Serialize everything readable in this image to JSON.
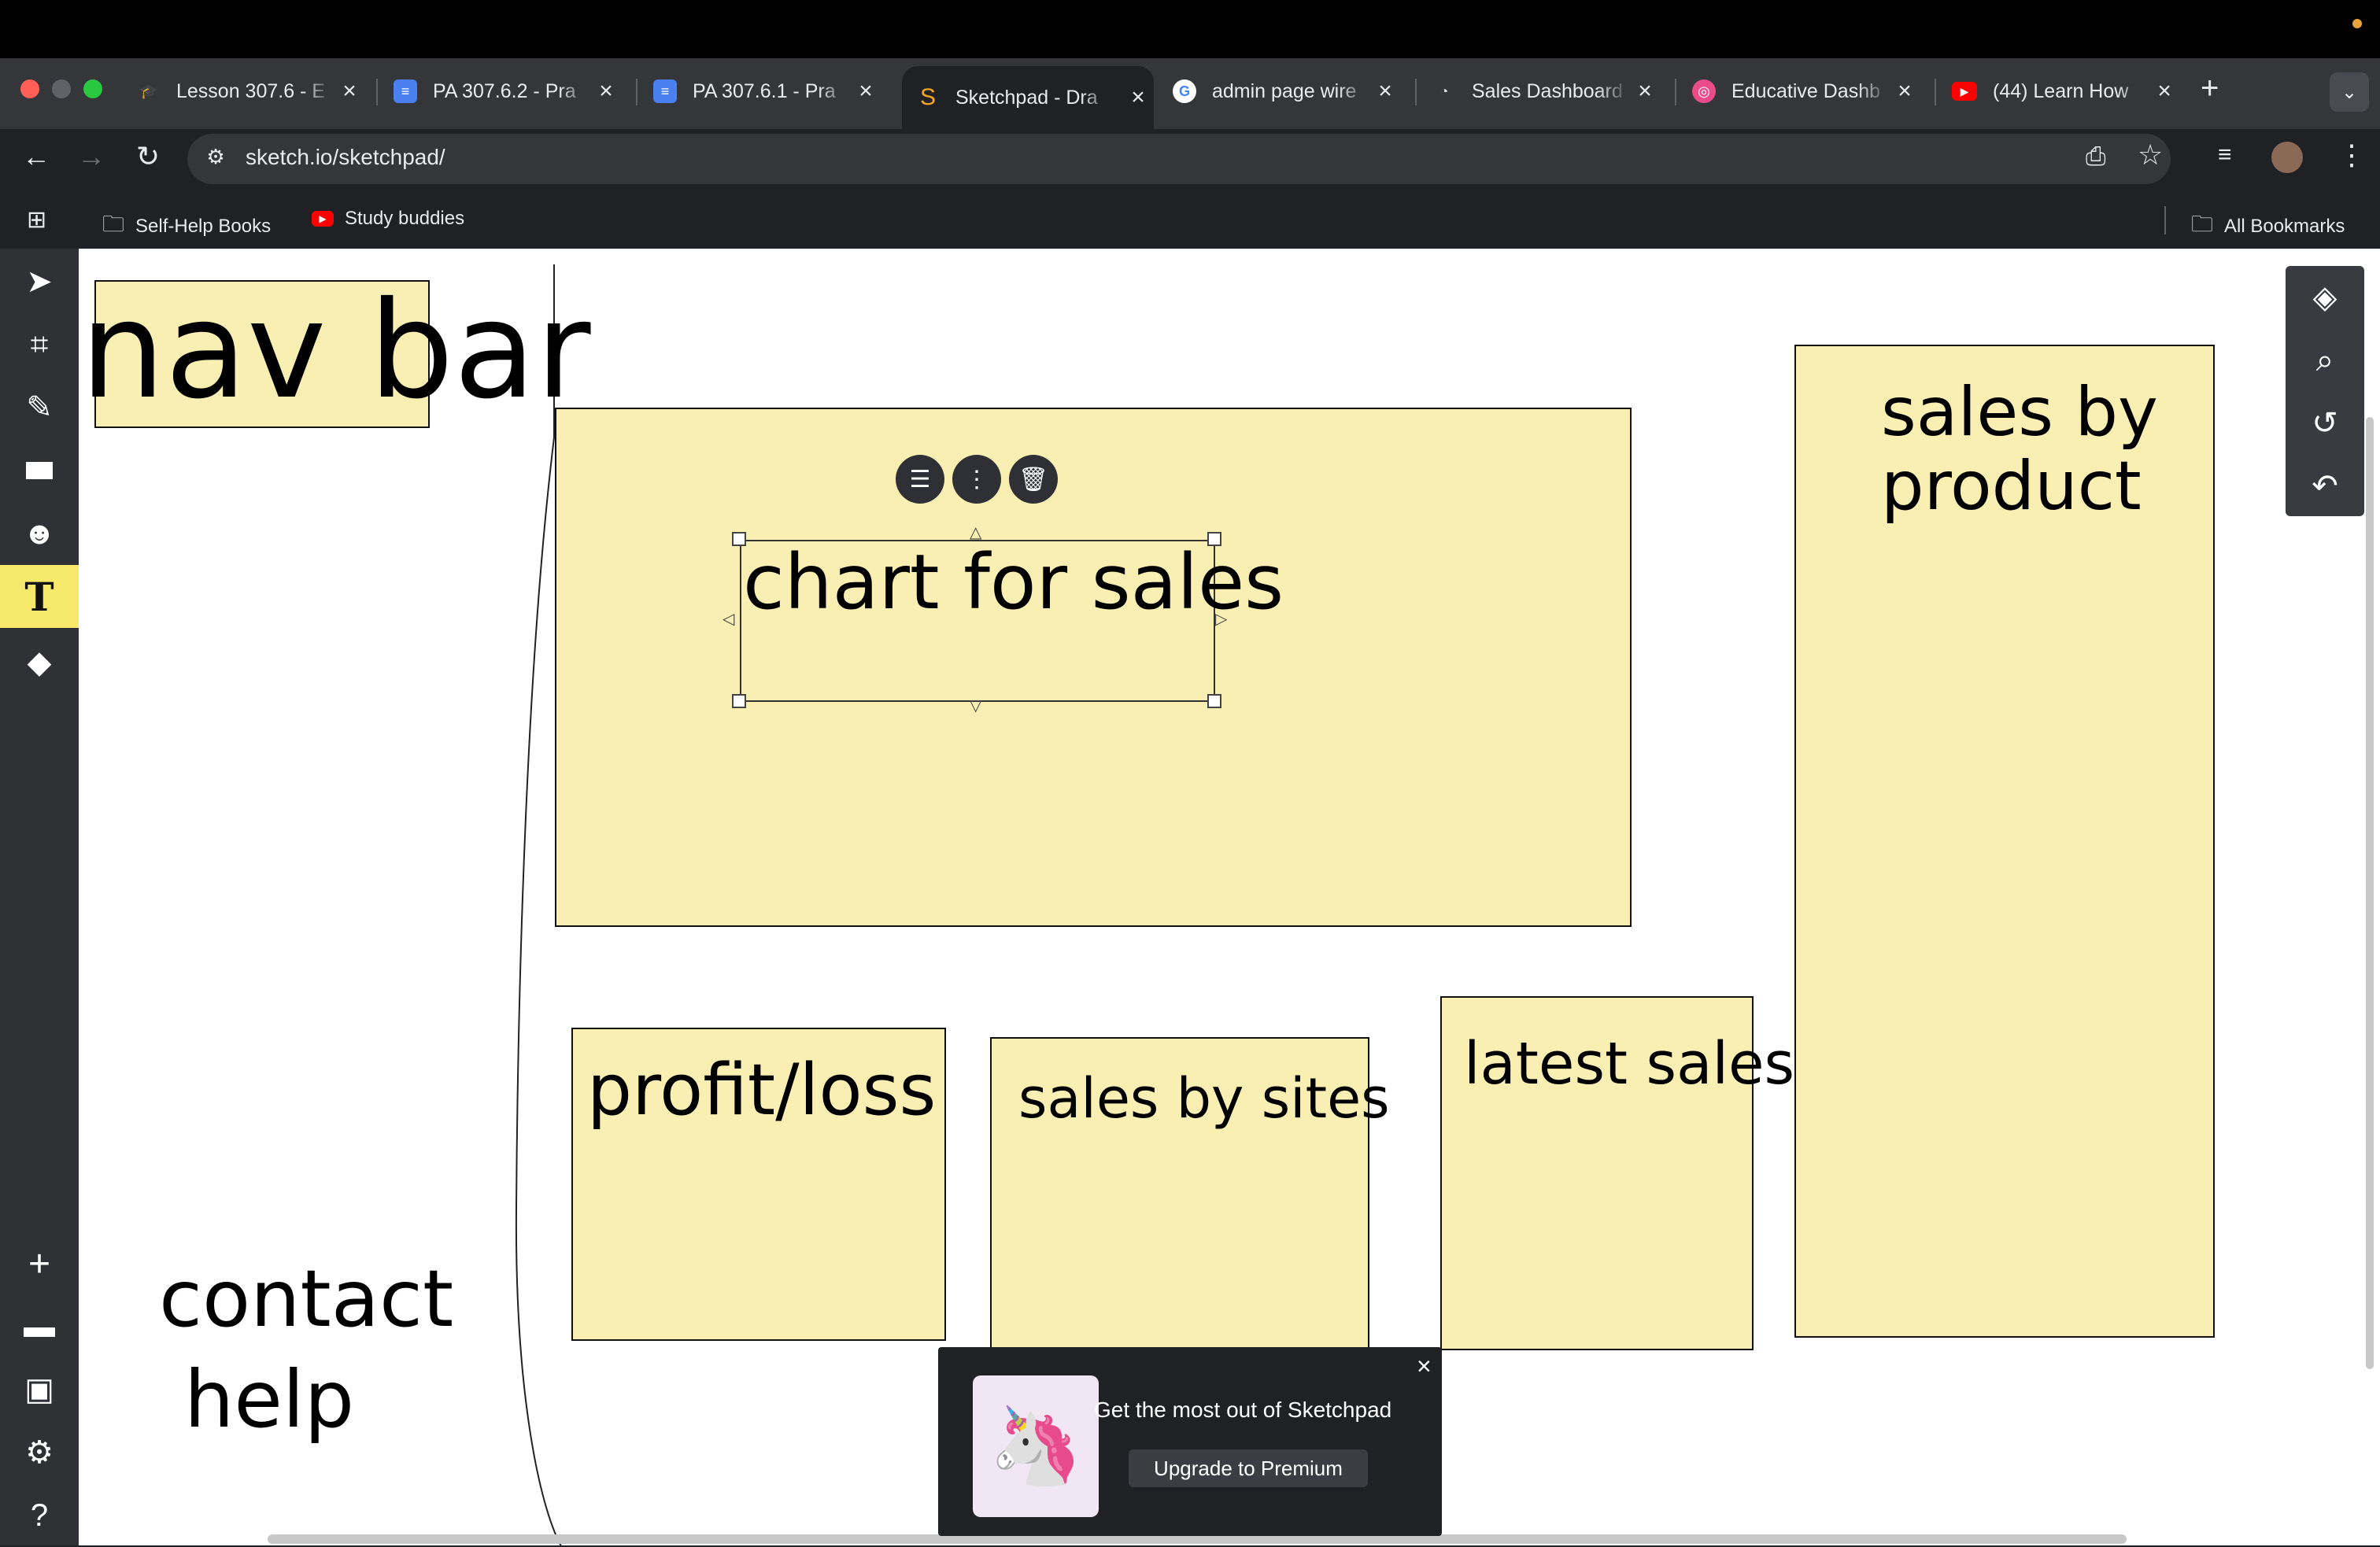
{
  "browser": {
    "tabs": [
      {
        "label": "Lesson 307.6 - E",
        "icon": "graduation-cap-icon",
        "color": "#4a8fd9"
      },
      {
        "label": "PA 307.6.2 - Pra",
        "icon": "docs-icon",
        "color": "#4a7ff0"
      },
      {
        "label": "PA 307.6.1 - Pra",
        "icon": "docs-icon",
        "color": "#4a7ff0"
      },
      {
        "label": "Sketchpad - Dra",
        "icon": "sketchpad-icon",
        "color": "#f5a623"
      },
      {
        "label": "admin page wire",
        "icon": "google-icon",
        "color": "#ffffff"
      },
      {
        "label": "Sales Dashboard",
        "icon": "dashboard-icon",
        "color": "#cccccc"
      },
      {
        "label": "Educative Dashb",
        "icon": "dribbble-icon",
        "color": "#ea4c89"
      },
      {
        "label": "(44) Learn How",
        "icon": "youtube-icon",
        "color": "#ff0000"
      }
    ],
    "address": "sketch.io/sketchpad/",
    "bookmarks": [
      {
        "label": "Self-Help Books",
        "icon": "folder-icon"
      },
      {
        "label": "Study buddies",
        "icon": "youtube-icon"
      }
    ],
    "all_bookmarks": "All Bookmarks"
  },
  "canvas": {
    "nav_label": "nav bar",
    "chart_label": "chart for sales",
    "sales_product_line1": "sales by",
    "sales_product_line2": "product",
    "profit_label": "profit/loss",
    "sites_label": "sales by sites",
    "latest_label": "latest sales",
    "contact_label": "contact",
    "help_label": "help"
  },
  "promo": {
    "title": "Get the most out of Sketchpad",
    "button": "Upgrade to Premium",
    "close": "×"
  },
  "colors": {
    "note_fill": "#faefb3",
    "active_tool": "#f6e86b"
  }
}
